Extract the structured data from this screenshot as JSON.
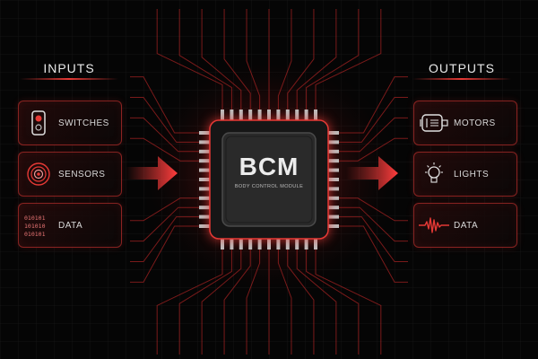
{
  "inputs": {
    "title": "INPUTS",
    "items": [
      {
        "label": "SWITCHES",
        "icon": "switch-icon"
      },
      {
        "label": "SENSORS",
        "icon": "sensor-icon"
      },
      {
        "label": "DATA",
        "icon": "binary-data-icon"
      }
    ]
  },
  "outputs": {
    "title": "OUTPUTS",
    "items": [
      {
        "label": "MOTORS",
        "icon": "motor-icon"
      },
      {
        "label": "LIGHTS",
        "icon": "light-bulb-icon"
      },
      {
        "label": "DATA",
        "icon": "waveform-icon"
      }
    ]
  },
  "chip": {
    "title": "BCM",
    "subtitle": "BODY CONTROL MODULE"
  },
  "binary_text": [
    "010101",
    "101010",
    "010101"
  ],
  "colors": {
    "accent": "#e53935",
    "background": "#050505",
    "chip_body": "#2a2a2a"
  }
}
